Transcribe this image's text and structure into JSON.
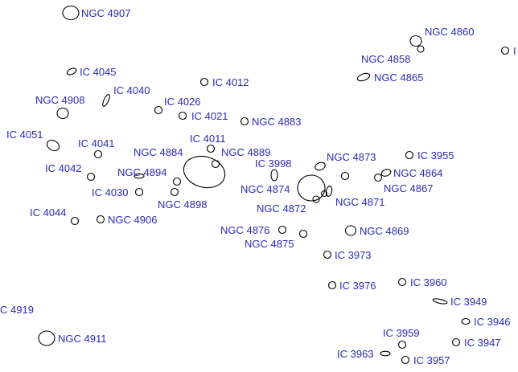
{
  "map": {
    "label_color": "#2a2ab8",
    "marker_color": "#000000",
    "background": "#ffffff",
    "objects": [
      {
        "id": "ngc-4907",
        "label": "NGC 4907"
      },
      {
        "id": "ngc-4860",
        "label": "NGC 4860"
      },
      {
        "id": "ic-edge-top",
        "label": "I"
      },
      {
        "id": "ngc-4858",
        "label": "NGC 4858"
      },
      {
        "id": "ic-4045",
        "label": "IC 4045"
      },
      {
        "id": "ngc-4865",
        "label": "NGC 4865"
      },
      {
        "id": "ic-4012",
        "label": "IC 4012"
      },
      {
        "id": "ic-4040",
        "label": "IC 4040"
      },
      {
        "id": "ngc-4908",
        "label": "NGC 4908"
      },
      {
        "id": "ic-4026",
        "label": "IC 4026"
      },
      {
        "id": "ic-4021",
        "label": "IC 4021"
      },
      {
        "id": "ngc-4883",
        "label": "NGC 4883"
      },
      {
        "id": "ic-4051",
        "label": "IC 4051"
      },
      {
        "id": "ic-4011",
        "label": "IC 4011"
      },
      {
        "id": "ic-4041",
        "label": "IC 4041"
      },
      {
        "id": "ngc-4884",
        "label": "NGC 4884"
      },
      {
        "id": "ngc-4889",
        "label": "NGC 4889"
      },
      {
        "id": "ngc-4873",
        "label": "NGC 4873"
      },
      {
        "id": "ic-3955",
        "label": "IC 3955"
      },
      {
        "id": "ic-3998",
        "label": "IC 3998"
      },
      {
        "id": "ic-4042",
        "label": "IC 4042"
      },
      {
        "id": "ngc-4894",
        "label": "NGC 4894"
      },
      {
        "id": "ngc-4864",
        "label": "NGC 4864"
      },
      {
        "id": "ngc-4874",
        "label": "NGC 4874"
      },
      {
        "id": "ngc-4867",
        "label": "NGC 4867"
      },
      {
        "id": "ic-4030",
        "label": "IC 4030"
      },
      {
        "id": "ngc-4898",
        "label": "NGC 4898"
      },
      {
        "id": "ngc-4871",
        "label": "NGC 4871"
      },
      {
        "id": "ngc-4872",
        "label": "NGC 4872"
      },
      {
        "id": "ic-4044",
        "label": "IC 4044"
      },
      {
        "id": "ngc-4906",
        "label": "NGC 4906"
      },
      {
        "id": "ngc-4876",
        "label": "NGC 4876"
      },
      {
        "id": "ngc-4869",
        "label": "NGC 4869"
      },
      {
        "id": "ngc-4875",
        "label": "NGC 4875"
      },
      {
        "id": "ic-3973",
        "label": "IC 3973"
      },
      {
        "id": "ic-3976",
        "label": "IC 3976"
      },
      {
        "id": "ic-3960",
        "label": "IC 3960"
      },
      {
        "id": "ic-3949",
        "label": "IC 3949"
      },
      {
        "id": "ic-4919",
        "label": "C 4919"
      },
      {
        "id": "ic-3946",
        "label": "IC 3946"
      },
      {
        "id": "ngc-4911",
        "label": "NGC 4911"
      },
      {
        "id": "ic-3959",
        "label": "IC 3959"
      },
      {
        "id": "ic-3947",
        "label": "IC 3947"
      },
      {
        "id": "ic-3963",
        "label": "IC 3963"
      },
      {
        "id": "ic-3957",
        "label": "IC 3957"
      }
    ],
    "unlabeled_objects": [
      {
        "id": "unlabeled-1"
      },
      {
        "id": "unlabeled-2"
      },
      {
        "id": "unlabeled-3"
      }
    ]
  }
}
